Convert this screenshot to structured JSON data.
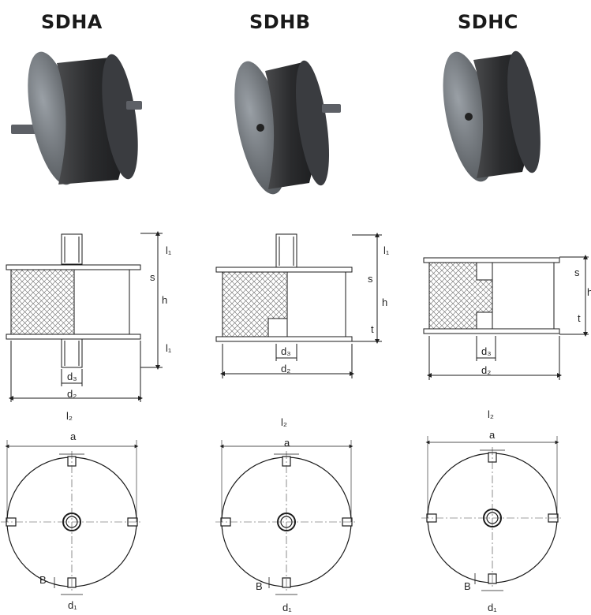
{
  "models": [
    {
      "name": "SDHA",
      "labels": {
        "l1": "l₁",
        "s": "s",
        "h": "h",
        "d3": "d₃",
        "d2": "d₂",
        "l2": "l₂",
        "a": "a",
        "B": "B",
        "d1": "d₁"
      }
    },
    {
      "name": "SDHB",
      "labels": {
        "l1": "l₁",
        "s": "s",
        "h": "h",
        "t": "t",
        "d3": "d₃",
        "d2": "d₂",
        "l2": "l₂",
        "a": "a",
        "B": "B",
        "d1": "d₁"
      }
    },
    {
      "name": "SDHC",
      "labels": {
        "s": "s",
        "h": "h",
        "t": "t",
        "d3": "d₃",
        "d2": "d₂",
        "l2": "l₂",
        "a": "a",
        "B": "B",
        "d1": "d₁"
      }
    }
  ],
  "colors": {
    "metal": "#6f7378",
    "rubber": "#2f3032",
    "line": "#1a1a1a"
  }
}
